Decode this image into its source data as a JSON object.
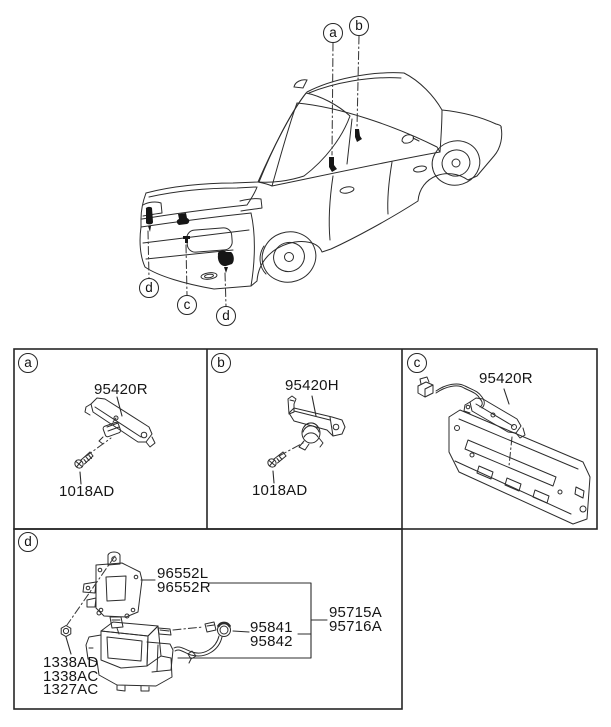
{
  "diagram_type": "vehicle-parts-diagram",
  "vehicle_callouts": [
    {
      "letter": "a"
    },
    {
      "letter": "b"
    },
    {
      "letter": "d"
    },
    {
      "letter": "c"
    },
    {
      "letter": "d"
    }
  ],
  "panel_a": {
    "letter": "a",
    "bracket_code": "95420R",
    "screw_code": "1018AD"
  },
  "panel_b": {
    "letter": "b",
    "bracket_code": "95420H",
    "screw_code": "1018AD"
  },
  "panel_c": {
    "letter": "c",
    "bracket_code": "95420R"
  },
  "panel_d": {
    "letter": "d",
    "bracket_codes": [
      "96552L",
      "96552R"
    ],
    "assembly_codes": [
      "95715A",
      "95716A"
    ],
    "harness_codes": [
      "95841",
      "95842"
    ],
    "fastener_codes": [
      "1338AD",
      "1338AC",
      "1327AC"
    ]
  }
}
